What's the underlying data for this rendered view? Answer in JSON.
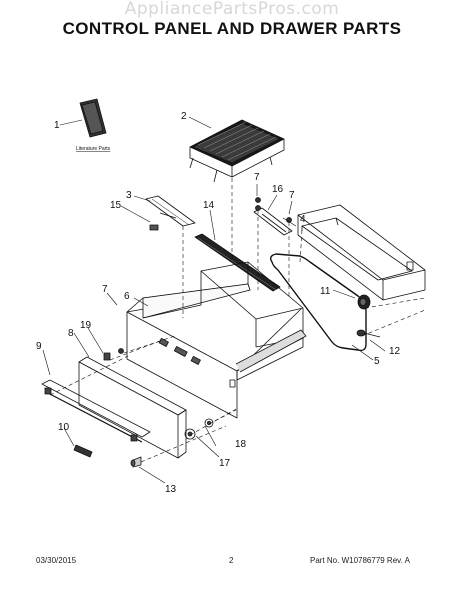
{
  "watermark": "AppliancePartsPros.com",
  "title": "CONTROL PANEL AND DRAWER PARTS",
  "literature_label": "Literature Parts",
  "callouts": {
    "c1": "1",
    "c2": "2",
    "c3": "3",
    "c4": "4",
    "c5": "5",
    "c6": "6",
    "c7a": "7",
    "c7b": "7",
    "c7c": "7",
    "c8": "8",
    "c9": "9",
    "c10": "10",
    "c11": "11",
    "c12": "12",
    "c13": "13",
    "c14": "14",
    "c15": "15",
    "c16": "16",
    "c17": "17",
    "c18": "18",
    "c19": "19"
  },
  "footer": {
    "date": "03/30/2015",
    "page": "2",
    "part_no": "Part No.  W10786779  Rev. A"
  }
}
